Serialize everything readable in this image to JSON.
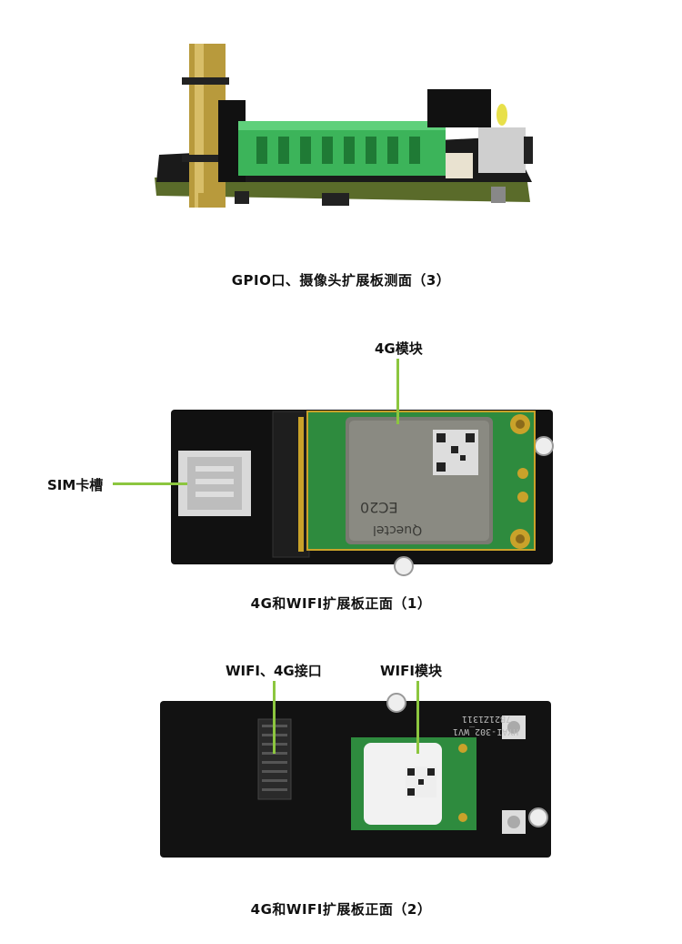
{
  "panels": [
    {
      "caption": "GPIO口、摄像头扩展板测面（3）",
      "callouts": []
    },
    {
      "caption": "4G和WIFI扩展板正面（1）",
      "callouts": [
        {
          "label": "4G模块"
        },
        {
          "label": "SIM卡槽"
        }
      ],
      "module_text": [
        "EC20",
        "Quectel"
      ]
    },
    {
      "caption": "4G和WIFI扩展板正面（2）",
      "callouts": [
        {
          "label": "WIFI、4G接口"
        },
        {
          "label": "WIFI模块"
        }
      ],
      "silkscreen": [
        "7B21Z1311",
        "HYAI-302_WV1"
      ]
    }
  ],
  "colors": {
    "leader": "#8cc63f",
    "pcb_black": "#111111",
    "pcb_green": "#2e8b3e",
    "terminal_green": "#3cb45a",
    "gold": "#c9a22a"
  }
}
